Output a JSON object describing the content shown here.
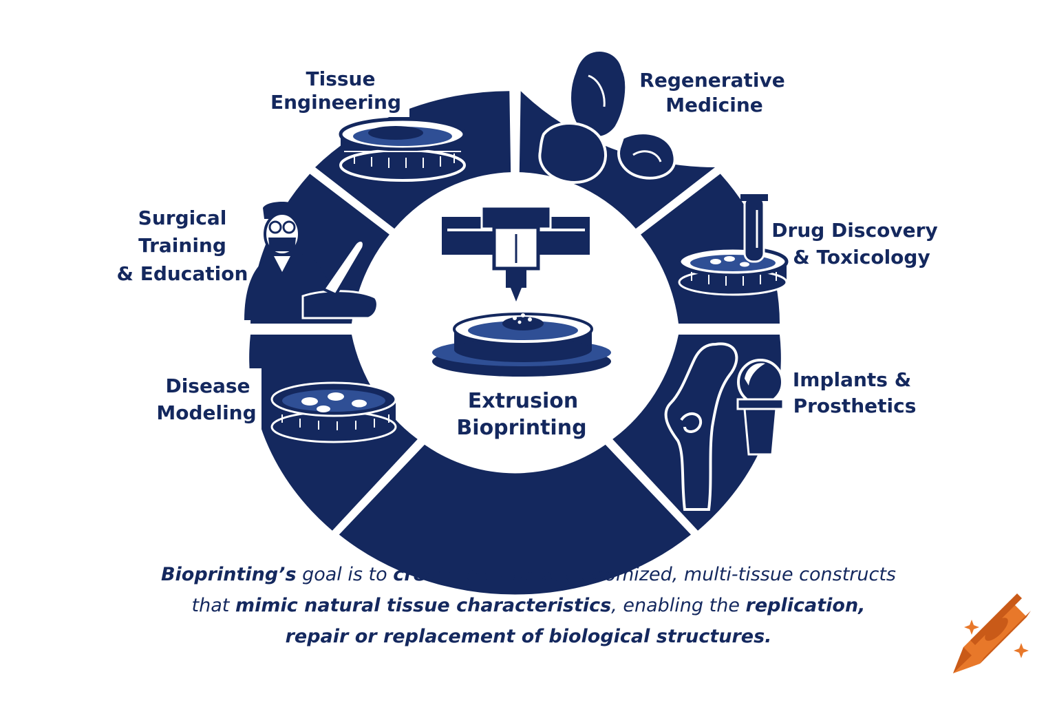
{
  "diagram": {
    "center": {
      "label_line1": "Extrusion",
      "label_line2": "Bioprinting"
    },
    "segments": [
      {
        "id": "tissue",
        "line1": "Tissue",
        "line2": "Engineering",
        "icon": "petri-dish-tissue-icon"
      },
      {
        "id": "regen",
        "line1": "Regenerative",
        "line2": "Medicine",
        "icon": "organs-icon"
      },
      {
        "id": "drug",
        "line1": "Drug Discovery",
        "line2": "& Toxicology",
        "icon": "test-tube-dish-icon"
      },
      {
        "id": "implants",
        "line1": "Implants &",
        "line2": "Prosthetics",
        "icon": "hip-implant-icon"
      },
      {
        "id": "disease",
        "line1": "Disease",
        "line2": "Modeling",
        "icon": "cell-culture-dish-icon"
      },
      {
        "id": "surgical",
        "line1": "Surgical",
        "line2": "Training",
        "line3": "& Education",
        "icon": "surgeon-scalpel-icon"
      }
    ],
    "colors": {
      "navy": "#14285e",
      "mid_blue": "#2f4f95",
      "accent_orange": "#e8782a"
    }
  },
  "caption": {
    "l1_b1": "Bioprinting’s",
    "l1_t1": " goal is to ",
    "l1_b2": "create complex",
    "l1_t2": ", customized, multi-tissue constructs",
    "l2_t1": "that ",
    "l2_b1": "mimic natural tissue characteristics",
    "l2_t2": ", enabling the ",
    "l2_b2": "replication,",
    "l3_b1": "repair or replacement of biological structures."
  },
  "watermark": {
    "icon": "crayon-logo-icon"
  }
}
